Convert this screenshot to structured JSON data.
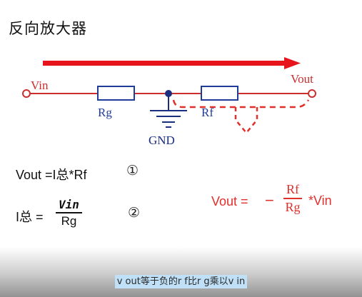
{
  "slide": {
    "title": "反向放大器",
    "circuit": {
      "vin_label": "Vin",
      "vout_label": "Vout",
      "rg_label": "Rg",
      "rf_label": "Rf",
      "gnd_label": "GND",
      "colors": {
        "arrow": "#e8141b",
        "wire": "#cc2d2d",
        "resistor": "#1f3c99",
        "junction": "#1b2f80"
      }
    },
    "equations": {
      "eq1": {
        "lhs": "Vout =I总*Rf",
        "marker": "①"
      },
      "eq2": {
        "lhs": "I总 =",
        "numerator": "Vin",
        "denominator": "Rg",
        "marker": "②"
      },
      "eq3": {
        "lhs": "Vout =",
        "minus": "−",
        "numerator": "Rf",
        "denominator": "Rg",
        "rhs": "*Vin",
        "color": "#e0302c"
      }
    },
    "subtitle": "v out等于负的r f比r g乘以v in"
  }
}
